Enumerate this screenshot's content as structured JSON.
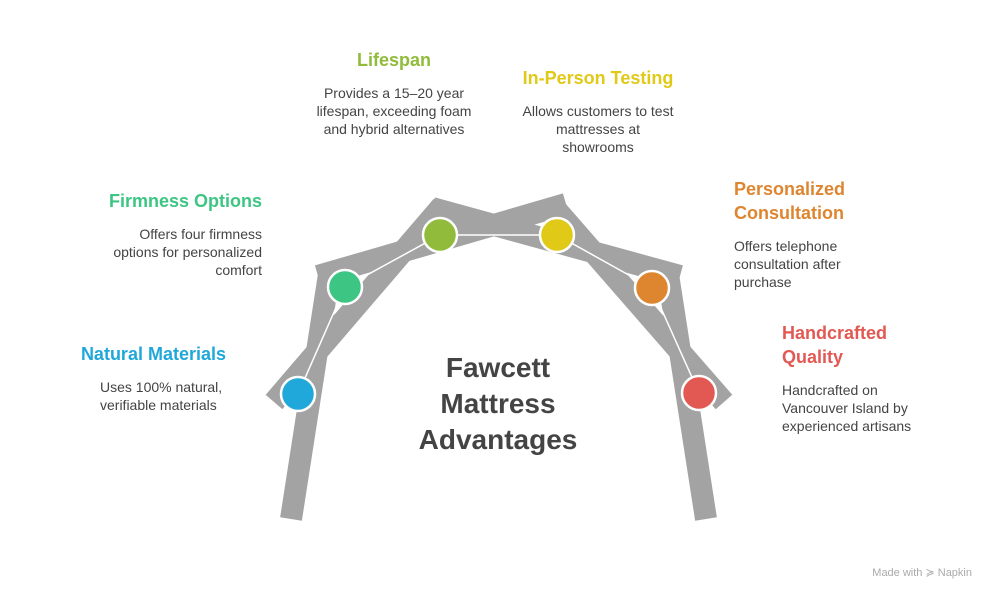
{
  "title": "Fawcett Mattress Advantages",
  "items": [
    {
      "title": "Natural Materials",
      "desc": "Uses 100% natural, verifiable materials",
      "color": "#1fa8d9"
    },
    {
      "title": "Firmness Options",
      "desc": "Offers four firmness options for personalized comfort",
      "color": "#3cc583"
    },
    {
      "title": "Lifespan",
      "desc": "Provides a 15–20 year lifespan, exceeding foam and hybrid alternatives",
      "color": "#91bb3a"
    },
    {
      "title": "In-Person Testing",
      "desc": "Allows customers to test mattresses at showrooms",
      "color": "#e0c917"
    },
    {
      "title": "Personalized Consultation",
      "desc": "Offers telephone consultation after purchase",
      "color": "#de8530"
    },
    {
      "title": "Handcrafted Quality",
      "desc": "Handcrafted on Vancouver Island by experienced artisans",
      "color": "#e25853"
    }
  ],
  "footer": "Made with ≽ Napkin"
}
